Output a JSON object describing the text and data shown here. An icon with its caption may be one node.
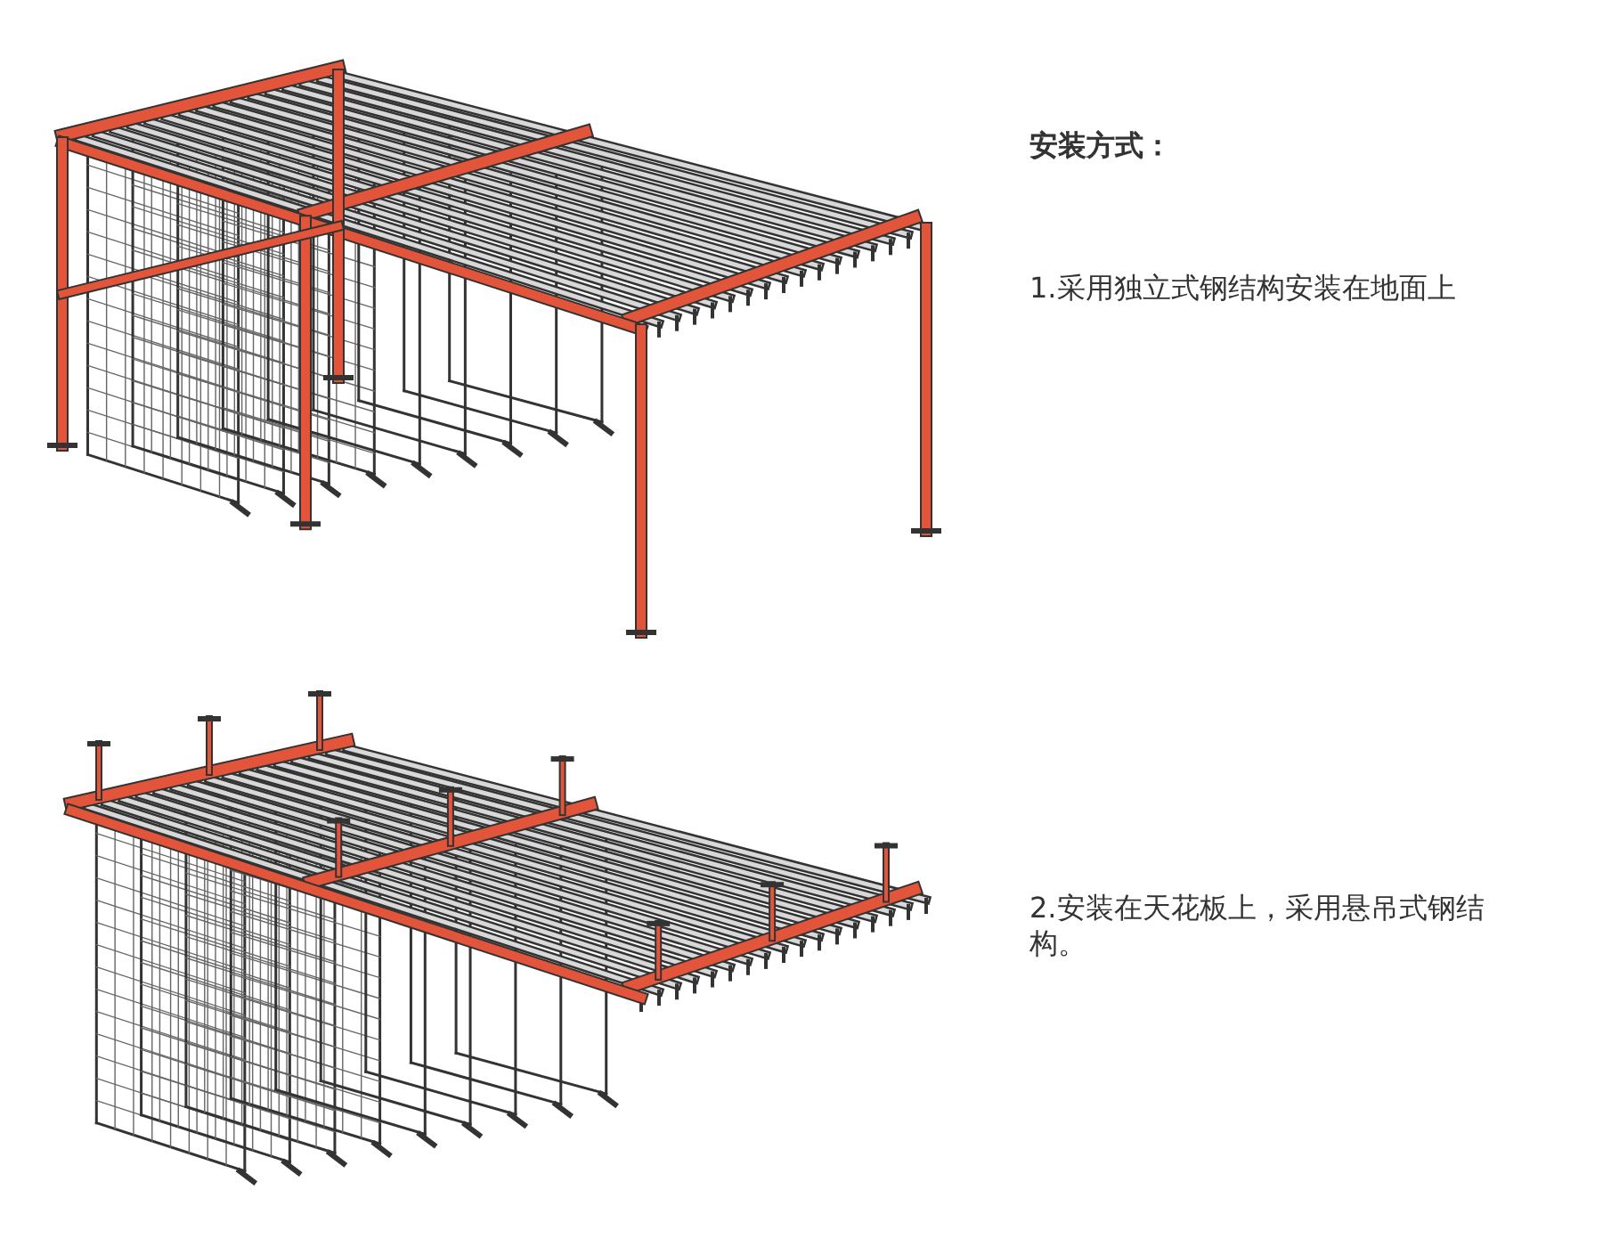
{
  "diagram": {
    "title": "安装方式：",
    "labels": [
      "1.采用独立式钢结构安装在地面上",
      "2.安装在天花板上，采用悬吊式钢结构。"
    ]
  }
}
